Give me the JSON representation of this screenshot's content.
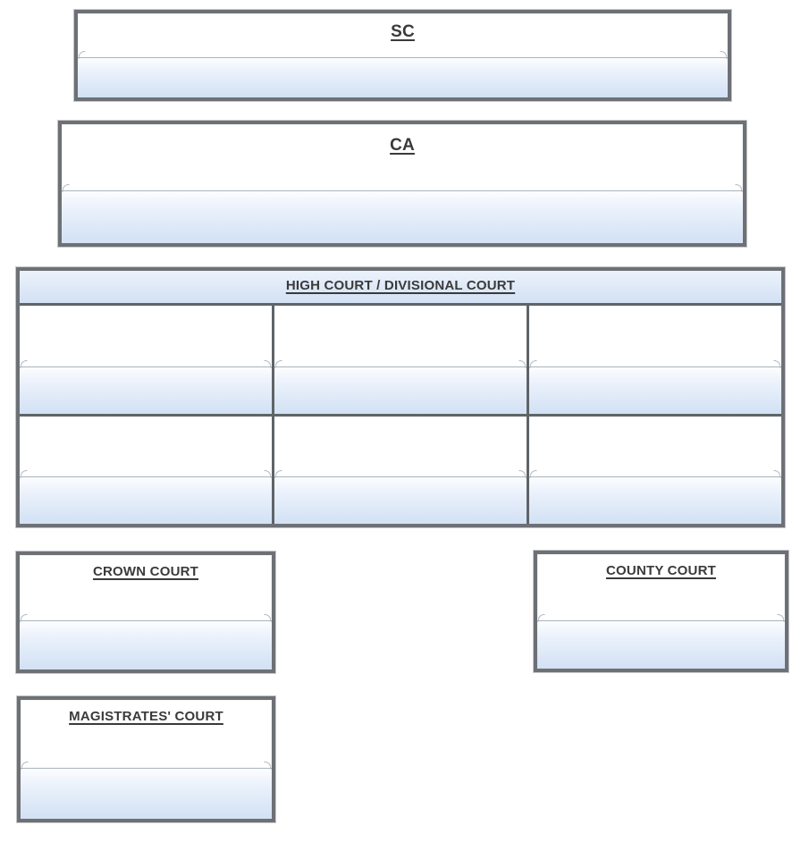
{
  "diagram": {
    "type": "court-hierarchy",
    "levels": [
      {
        "id": "sc",
        "label": "SC"
      },
      {
        "id": "ca",
        "label": "CA"
      },
      {
        "id": "high-court",
        "label": "HIGH COURT / DIVISIONAL COURT",
        "cells": [
          "",
          "",
          "",
          "",
          "",
          ""
        ]
      },
      {
        "id": "crown-court",
        "label": "CROWN COURT"
      },
      {
        "id": "county-court",
        "label": "COUNTY COURT"
      },
      {
        "id": "magistrates-court",
        "label": "MAGISTRATES' COURT"
      }
    ]
  },
  "colors": {
    "box_border": "#6d7176",
    "fill_gradient_top": "#fcfdff",
    "fill_gradient_bottom": "#d2e1f4",
    "divider_line": "#aab3bc",
    "title_text": "#3a3a3a",
    "page_background": "#ffffff"
  }
}
